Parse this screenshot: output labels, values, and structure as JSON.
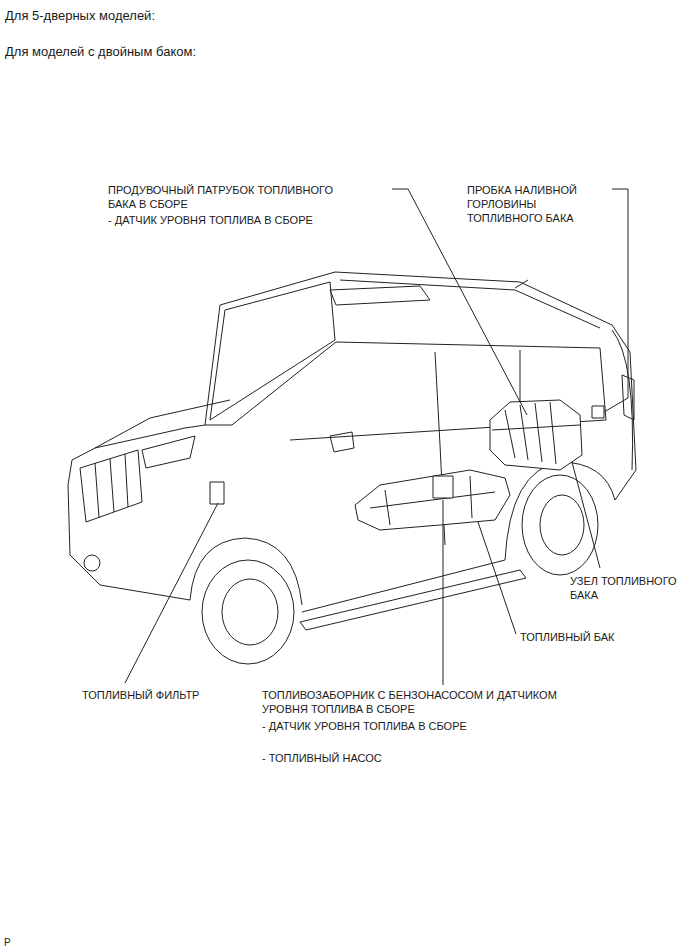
{
  "diagram": {
    "labels": [
      "Для 5-дверных моделей:",
      "Для моделей с двойным баком:",
      "ПРОДУВОЧНЫЙ ПАТРУБОК ТОПЛИВНОГО БАКА В СБОРЕ",
      "- ДАТЧИК УРОВНЯ ТОПЛИВА В СБОРЕ",
      "ПРОБКА НАЛИВНОЙ ГОРЛОВИНЫ ТОПЛИВНОГО БАКА",
      "УЗЕЛ ТОПЛИВНОГО БАКА",
      "ТОПЛИВНЫЙ БАК",
      "ТОПЛИВНЫЙ ФИЛЬТР",
      "ТОПЛИВОЗАБОРНИК С БЕНЗОНАСОСОМ И ДАТЧИКОМ УРОВНЯ ТОПЛИВА В СБОРЕ",
      "- ДАТЧИК УРОВНЯ ТОПЛИВА В СБОРЕ",
      "- ТОПЛИВНЫЙ НАСОС",
      "P"
    ]
  }
}
